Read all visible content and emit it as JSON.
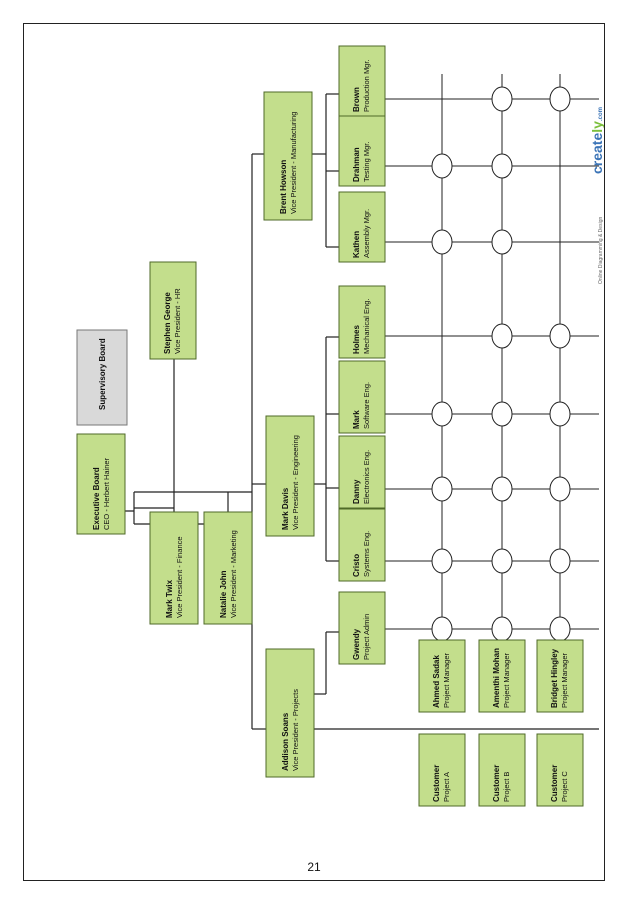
{
  "colors": {
    "box_fill": "#c3de8c",
    "box_stroke": "#4f6a28",
    "board_fill": "#d9d9d9",
    "board_stroke": "#777777",
    "line": "#222222",
    "logo": "#3b74b7"
  },
  "page_number": "21",
  "logo": {
    "brand": "create",
    "suffix": "ly",
    "tagline": "Online Diagramming & Design",
    "tld": ".com"
  },
  "supervisory_board": {
    "title": "Supervisory Board"
  },
  "executive_board": {
    "title": "Executive Board",
    "sub": "CEO - Herbert Hainer"
  },
  "vp_hr": {
    "name": "Stephen George",
    "role": "Vice President - HR"
  },
  "vp_finance": {
    "name": "Mark Twix",
    "role": "Vice President - Finance"
  },
  "vp_marketing": {
    "name": "Natalie John",
    "role": "Vice President - Marketing"
  },
  "vp_manufacturing": {
    "name": "Brent Howson",
    "role": "Vice President - Manufacturing"
  },
  "vp_engineering": {
    "name": "Mark Davis",
    "role": "Vice President - Engineering"
  },
  "vp_projects": {
    "name": "Addison Soans",
    "role": "Vice President - Projects"
  },
  "manufacturing_staff": [
    {
      "name": "Brown",
      "role": "Production Mgr."
    },
    {
      "name": "Drahman",
      "role": "Testing Mgr."
    },
    {
      "name": "Kathen",
      "role": "Assembly Mgr."
    }
  ],
  "engineering_staff": [
    {
      "name": "Holmes",
      "role": "Mechanical Eng."
    },
    {
      "name": "Mark",
      "role": "Software Eng."
    },
    {
      "name": "Danny",
      "role": "Electronics Eng."
    },
    {
      "name": "Cristo",
      "role": "Systems Eng."
    }
  ],
  "project_admin": {
    "name": "Gwendy",
    "role": "Project Admin"
  },
  "project_managers": [
    {
      "name": "Ahmed Sadak",
      "role": "Project Manager"
    },
    {
      "name": "Amenthi Mohan",
      "role": "Project Manager"
    },
    {
      "name": "Bridget Hingley",
      "role": "Project Manager"
    }
  ],
  "customers": [
    {
      "name": "Customer",
      "project": "Project A"
    },
    {
      "name": "Customer",
      "project": "Project B"
    },
    {
      "name": "Customer",
      "project": "Project C"
    }
  ]
}
